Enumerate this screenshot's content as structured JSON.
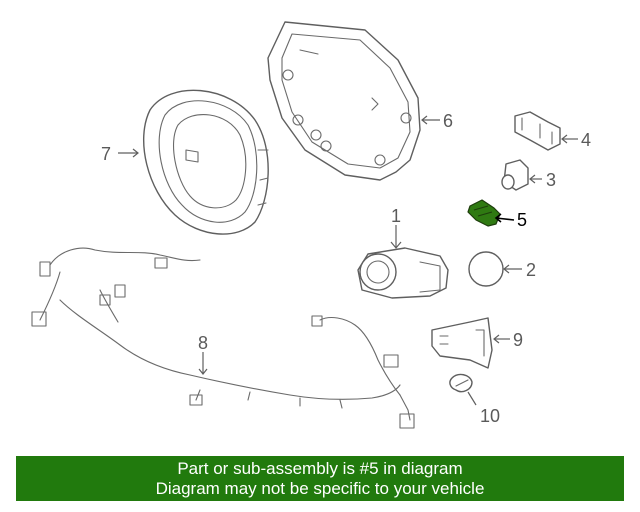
{
  "colors": {
    "banner_background": "#217a0d",
    "highlight_part": "#2f7a12",
    "line": "#5f5f5f"
  },
  "callouts": [
    "1",
    "2",
    "3",
    "4",
    "5",
    "6",
    "7",
    "8",
    "9",
    "10"
  ],
  "highlighted_callout": "5",
  "banner": {
    "line1": "Part or sub-assembly is #5 in diagram",
    "line2": "Diagram may not be specific to your vehicle"
  }
}
